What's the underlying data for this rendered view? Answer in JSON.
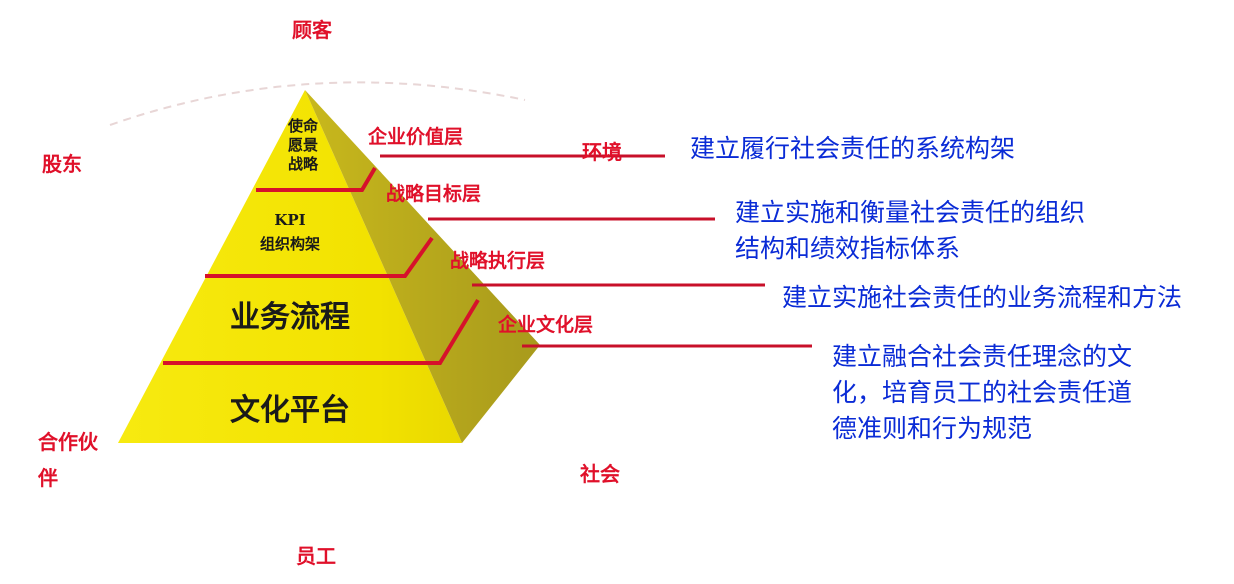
{
  "stakeholders": {
    "top": "顾客",
    "left": "股东",
    "right": "环境",
    "bottom_left": [
      "合作伙",
      "伴"
    ],
    "bottom_right": "社会",
    "bottom": "员工"
  },
  "pyramid": {
    "tiers": [
      {
        "lines": [
          "使命",
          "愿景",
          "战略"
        ]
      },
      {
        "lines": [
          "KPI",
          "组织构架"
        ]
      },
      {
        "lines": [
          "业务流程"
        ]
      },
      {
        "lines": [
          "文化平台"
        ]
      }
    ]
  },
  "layers": [
    {
      "name": "企业价值层",
      "description": [
        "建立履行社会责任的系统构架"
      ]
    },
    {
      "name": "战略目标层",
      "description": [
        "建立实施和衡量社会责任的组织",
        "结构和绩效指标体系"
      ]
    },
    {
      "name": "战略执行层",
      "description": [
        "建立实施社会责任的业务流程和方法"
      ]
    },
    {
      "name": "企业文化层",
      "description": [
        "建立融合社会责任理念的文",
        "化，培育员工的社会责任道",
        "德准则和行为规范"
      ]
    }
  ],
  "colors": {
    "pyramid_face": "#f3e400",
    "pyramid_side": "#b3a418",
    "divider": "#d6112b",
    "stakeholder_text": "#e0102a",
    "description_text": "#0a2bd6"
  }
}
